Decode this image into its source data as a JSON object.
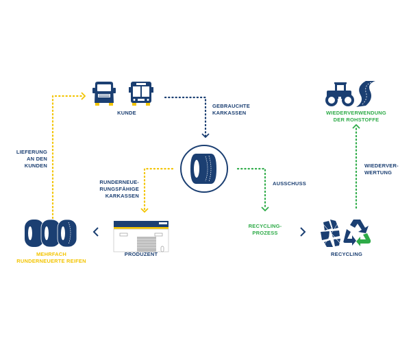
{
  "colors": {
    "navy": "#1b3f72",
    "yellow": "#f3c400",
    "green": "#2eab48",
    "background": "#ffffff"
  },
  "nodes": {
    "kunde": {
      "label": "KUNDE",
      "icons": [
        "truck-icon",
        "bus-icon"
      ]
    },
    "karkasse": {
      "label": "",
      "icons": [
        "tire-in-circle-icon"
      ]
    },
    "produzent": {
      "label": "PRODUZENT",
      "icons": [
        "factory-icon"
      ]
    },
    "reifen": {
      "label": "MEHRFACH\nRUNDERNEUERTE REIFEN",
      "icons": [
        "stacked-tires-icon"
      ]
    },
    "recycling_prozess": {
      "label": "RECYCLING-\nPROZESS"
    },
    "recycling": {
      "label": "RECYCLING",
      "icons": [
        "shredded-tire-icon",
        "recycle-icon"
      ]
    },
    "wiederverwendung": {
      "label": "WIEDERVERWENDUNG\nDER ROHSTOFFE",
      "icons": [
        "road-roller-icon",
        "road-icon"
      ]
    }
  },
  "edges": {
    "gebrauchte": {
      "label": "GEBRAUCHTE\nKARKASSEN",
      "color": "navy"
    },
    "runderneuerungsfaehige": {
      "label": "RUNDERNEUE-\nRUNGSFÄHIGE\nKARKASSEN",
      "color": "yellow"
    },
    "ausschuss": {
      "label": "AUSSCHUSS",
      "color": "green"
    },
    "lieferung": {
      "label": "LIEFERUNG\nAN DEN\nKUNDEN",
      "color": "yellow"
    },
    "wiederverwertung": {
      "label": "WIEDERVER-\nWERTUNG",
      "color": "green"
    }
  }
}
